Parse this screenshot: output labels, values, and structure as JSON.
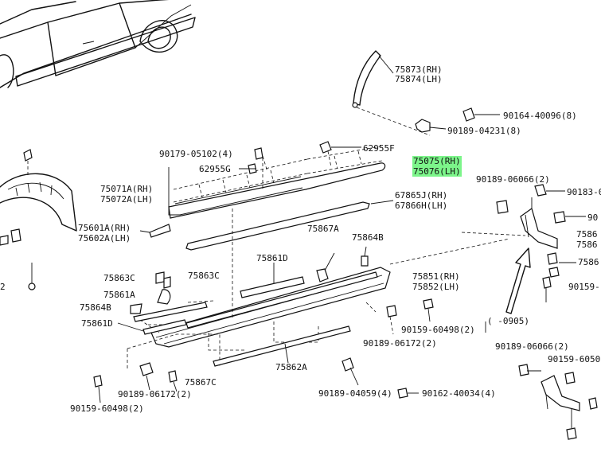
{
  "highlight_color": "#7CF58A",
  "labels": {
    "p75873": "75873(RH)",
    "p75874": "75874(LH)",
    "p90164_40096": "90164-40096(8)",
    "p90189_04231": "90189-04231(8)",
    "p90179_05102": "90179-05102(4)",
    "p62955f": "62955F",
    "p75075": "75075(RH)",
    "p75076": "75076(LH)",
    "p62955g": "62955G",
    "p75071a": "75071A(RH)",
    "p75072a": "75072A(LH)",
    "p67865j": "67865J(RH)",
    "p67866h": "67866H(LH)",
    "p75601a": "75601A(RH)",
    "p75602a": "75602A(LH)",
    "p75867a": "75867A",
    "p75864b_top": "75864B",
    "p75861d_top": "75861D",
    "p75863c_a": "75863C",
    "p75863c_b": "75863C",
    "p75861a": "75861A",
    "p75864b": "75864B",
    "p75861d": "75861D",
    "p75851": "75851(RH)",
    "p75852": "75852(LH)",
    "p90159_60498_a": "90159-60498(2)",
    "p90189_06172_a": "90189-06172(2)",
    "p75862a": "75862A",
    "p90189_06172_b": "90189-06172(2)",
    "p75867c": "75867C",
    "p90159_60498_b": "90159-60498(2)",
    "p90189_04059": "90189-04059(4)",
    "p90162_40034": "90162-40034(4)",
    "p90189_06066_a": "90189-06066(2)",
    "p90183_cut": "90183-0",
    "p90_cut": "90",
    "p7586_a": "7586",
    "p7586_b": "7586",
    "p7586_c": "7586",
    "p90159_cut": "90159-",
    "p0905": "(     -0905)",
    "p90189_06066_b": "90189-06066(2)",
    "p90159_6050_cut": "90159-6050",
    "p2_left": "2"
  }
}
